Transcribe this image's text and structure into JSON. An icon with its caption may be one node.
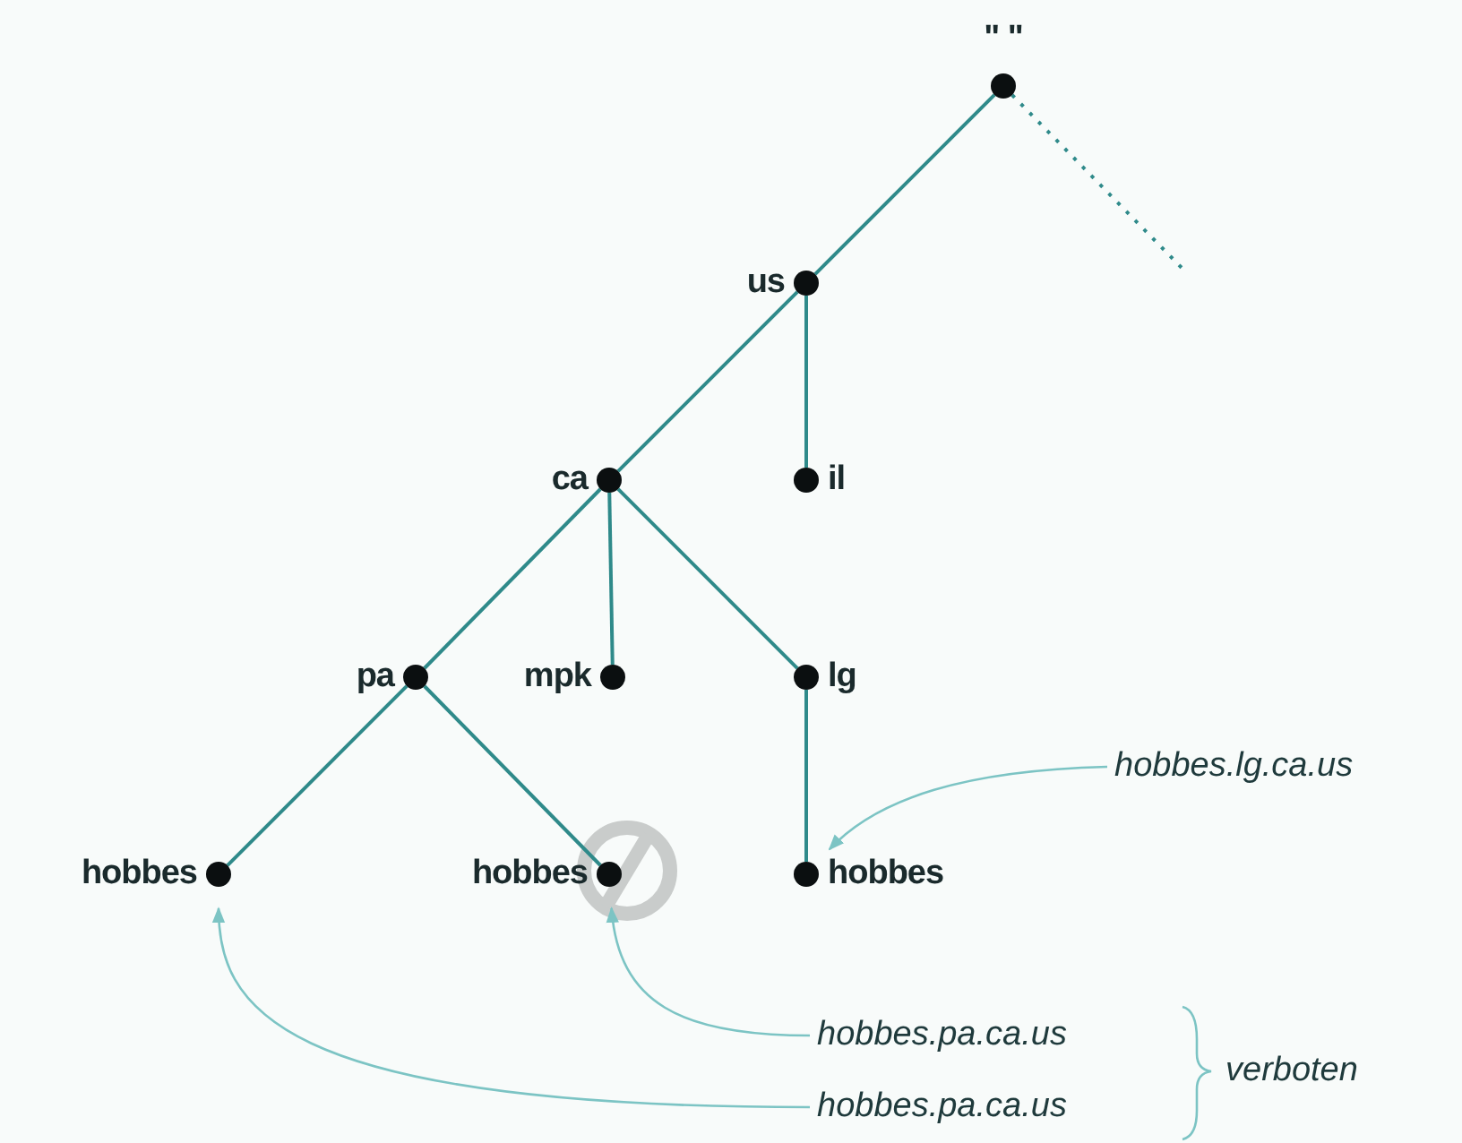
{
  "diagram": {
    "nodes": [
      {
        "text": [],
        "shape": "circle",
        "beside": [
          "\" \""
        ]
      },
      {
        "text": [],
        "shape": "circle",
        "beside": [
          "us"
        ]
      },
      {
        "text": [],
        "shape": "circle",
        "beside": [
          "ca"
        ]
      },
      {
        "text": [],
        "shape": "circle",
        "beside": [
          "il"
        ]
      },
      {
        "text": [],
        "shape": "circle",
        "beside": [
          "pa"
        ]
      },
      {
        "text": [],
        "shape": "circle",
        "beside": [
          "mpk"
        ]
      },
      {
        "text": [],
        "shape": "circle",
        "beside": [
          "lg"
        ]
      },
      {
        "text": [],
        "shape": "circle",
        "beside": [
          "hobbes"
        ]
      },
      {
        "text": [],
        "shape": "circle",
        "beside": [
          "hobbes"
        ]
      },
      {
        "text": [],
        "shape": "circle",
        "beside": [
          "hobbes"
        ]
      },
      {
        "text": [
          "hobbes.lg.ca.us"
        ]
      },
      {
        "text": [
          "hobbes.pa.ca.us"
        ]
      },
      {
        "text": [
          "hobbes.pa.ca.us"
        ]
      }
    ],
    "edges": [
      {
        "from": 0,
        "to": 1,
        "arrow": "none"
      },
      {
        "from": 0,
        "to": null,
        "arrow": "none",
        "style": "dashed"
      },
      {
        "from": 1,
        "to": 2,
        "arrow": "none"
      },
      {
        "from": 1,
        "to": 3,
        "arrow": "none"
      },
      {
        "from": 2,
        "to": 4,
        "arrow": "none"
      },
      {
        "from": 2,
        "to": 5,
        "arrow": "none"
      },
      {
        "from": 2,
        "to": 6,
        "arrow": "none"
      },
      {
        "from": 4,
        "to": 7,
        "arrow": "none"
      },
      {
        "from": 4,
        "to": 8,
        "arrow": "none"
      },
      {
        "from": 6,
        "to": 9,
        "arrow": "none"
      },
      {
        "from": 10,
        "to": 9,
        "arrow": "to",
        "color": "#7cc4c4"
      },
      {
        "from": 11,
        "to": 8,
        "arrow": "to",
        "color": "#7cc4c4"
      },
      {
        "from": 12,
        "to": 7,
        "arrow": "to",
        "color": "#7cc4c4"
      }
    ],
    "labels": [
      "verboten"
    ]
  }
}
